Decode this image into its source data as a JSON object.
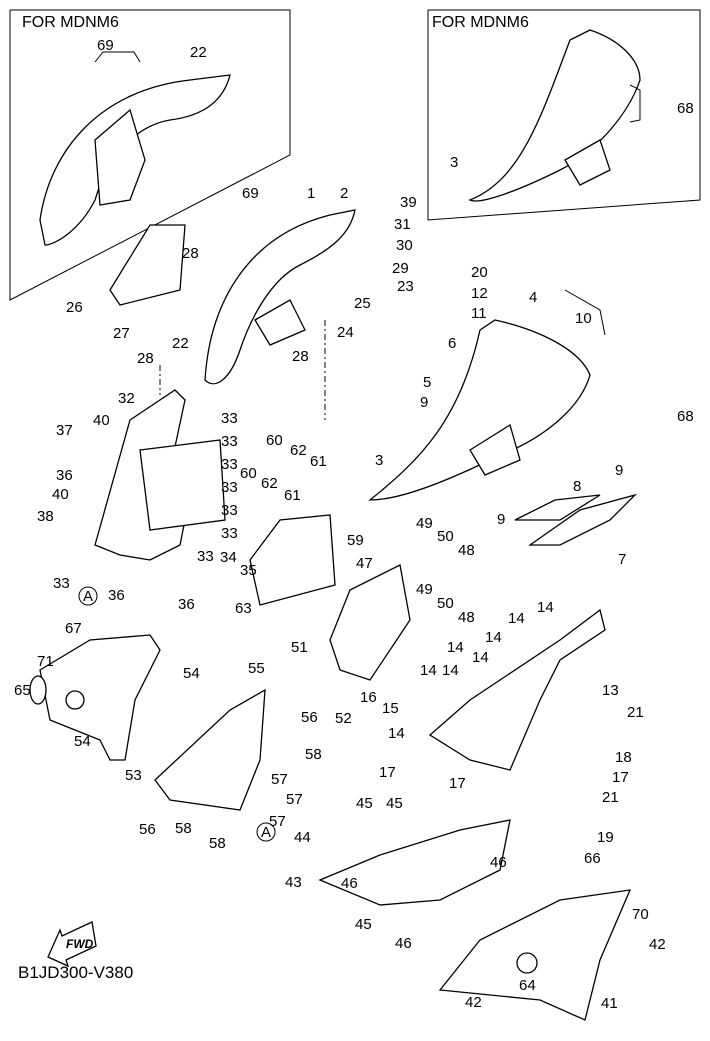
{
  "diagram_code": "B1JD300-V380",
  "insets": [
    {
      "title": "FOR MDNM6"
    },
    {
      "title": "FOR MDNM6"
    }
  ],
  "fwd_label": "FWD",
  "ref_marker": "A",
  "labels": [
    "69",
    "22",
    "68",
    "3",
    "39",
    "31",
    "30",
    "2",
    "1",
    "69",
    "29",
    "23",
    "25",
    "24",
    "28",
    "26",
    "27",
    "28",
    "22",
    "28",
    "20",
    "12",
    "11",
    "4",
    "10",
    "6",
    "5",
    "9",
    "68",
    "3",
    "9",
    "8",
    "9",
    "7",
    "32",
    "40",
    "37",
    "33",
    "33",
    "33",
    "33",
    "33",
    "33",
    "33",
    "36",
    "40",
    "38",
    "60",
    "62",
    "61",
    "60",
    "62",
    "61",
    "34",
    "35",
    "59",
    "33",
    "36",
    "36",
    "63",
    "49",
    "50",
    "48",
    "47",
    "49",
    "50",
    "48",
    "51",
    "14",
    "14",
    "14",
    "14",
    "14",
    "14",
    "14",
    "14",
    "13",
    "21",
    "18",
    "17",
    "21",
    "17",
    "17",
    "15",
    "16",
    "52",
    "19",
    "44",
    "45",
    "45",
    "43",
    "46",
    "45",
    "46",
    "46",
    "66",
    "70",
    "64",
    "42",
    "42",
    "41",
    "67",
    "71",
    "65",
    "54",
    "54",
    "53",
    "55",
    "56",
    "58",
    "57",
    "57",
    "57",
    "56",
    "58",
    "58"
  ]
}
